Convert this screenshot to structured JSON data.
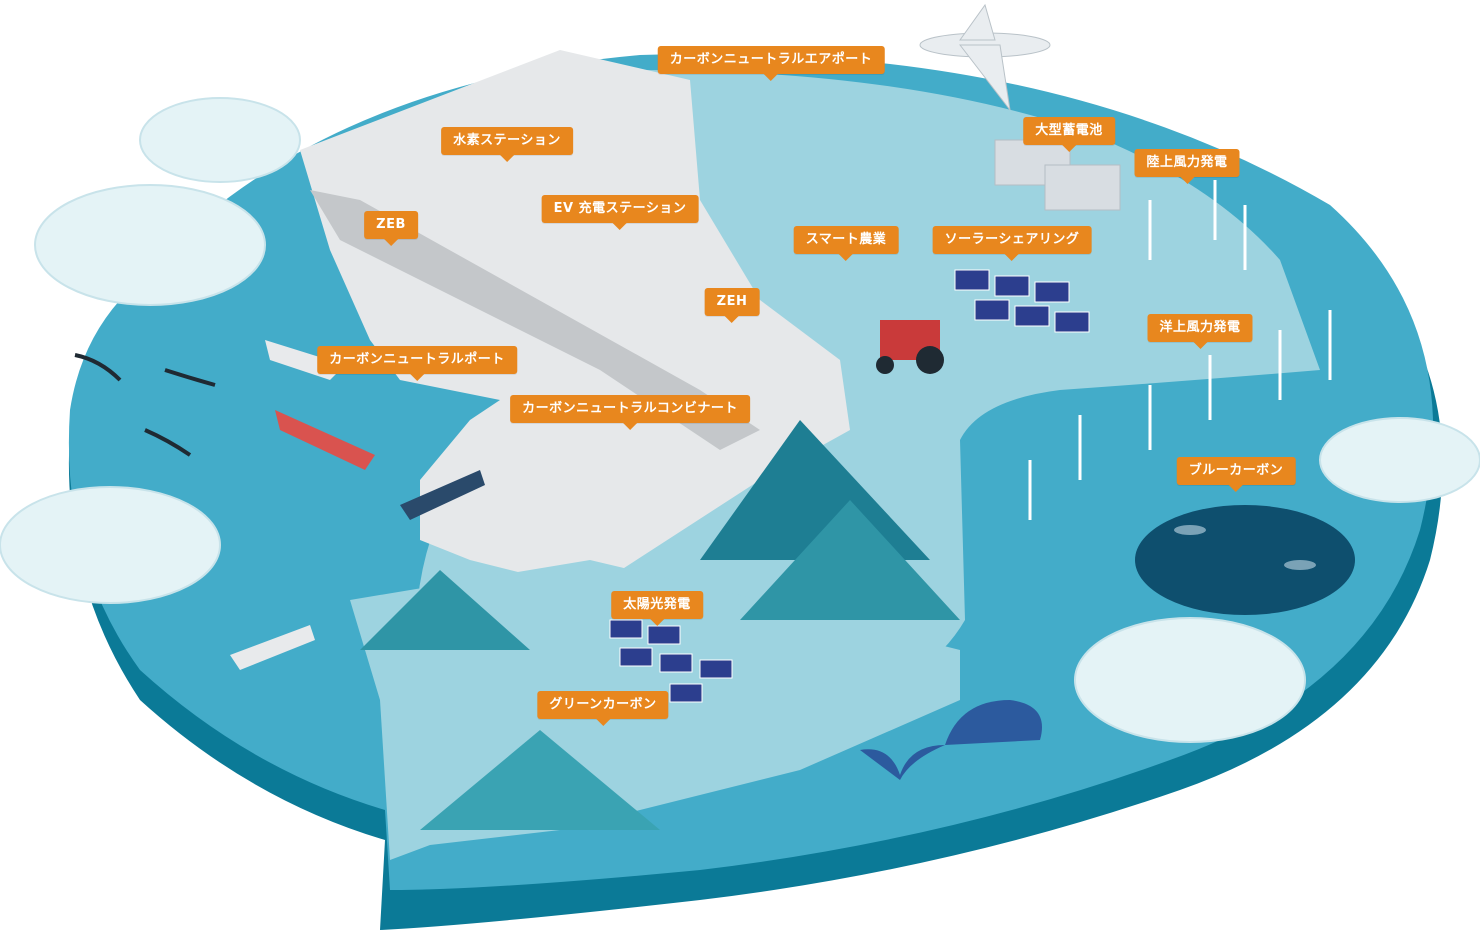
{
  "labels": {
    "airport": "カーボンニュートラルエアポート",
    "hydrogen": "水素ステーション",
    "zeb": "ZEB",
    "ev": "EV 充電ステーション",
    "battery": "大型蓄電池",
    "onshore_wind": "陸上風力発電",
    "smart_agri": "スマート農業",
    "solar_sharing": "ソーラーシェアリング",
    "zeh": "ZEH",
    "offshore_wind": "洋上風力発電",
    "port": "カーボンニュートラルポート",
    "kombinat": "カーボンニュートラルコンビナート",
    "blue_carbon": "ブルーカーボン",
    "solar_power": "太陽光発電",
    "green_carbon": "グリーンカーボン"
  },
  "colors": {
    "label": "#e8871e",
    "ocean_deep": "#1a8bab",
    "ocean": "#43acc9",
    "shallow": "#9dd3e0",
    "land": "#e6e8ea",
    "mountain": "#2f95a6",
    "cloud": "#e4f3f6",
    "panel": "#2c3e8e"
  },
  "icons": [
    "airplane-icon",
    "ship-icon",
    "wind-turbine-icon",
    "whale-icon",
    "bird-icon",
    "tractor-icon",
    "solar-panel-icon",
    "building-icon",
    "tree-icon",
    "fish-icon",
    "cow-icon",
    "drone-icon"
  ]
}
